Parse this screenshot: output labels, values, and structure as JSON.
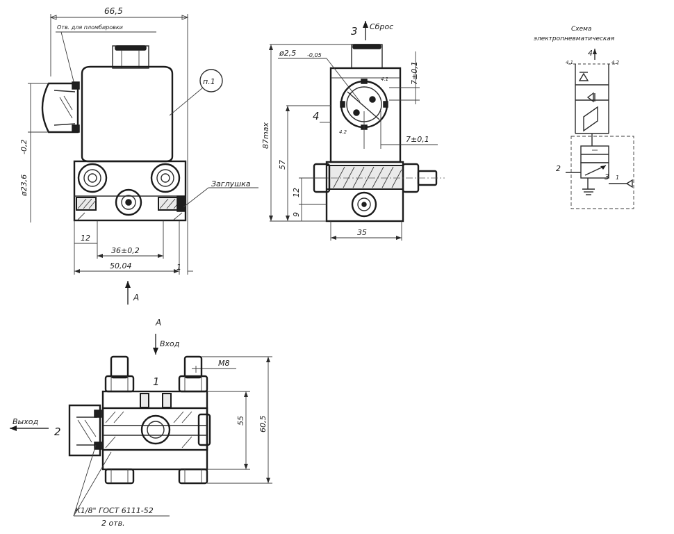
{
  "views": {
    "front": {
      "dim_width_top": "66,5",
      "note_purge_hole": "Отв. для пломбировки",
      "diameter": "ø23,6",
      "diameter_tol": "-0,2",
      "callout": "п.1",
      "plug_label": "Заглушка",
      "dim_12": "12",
      "dim_36": "36±0,2",
      "dim_50": "50,04",
      "dim_1": "1",
      "view_arrow": "A"
    },
    "side": {
      "port3": "3",
      "reset_label": "Сброс",
      "dim_dia25": "ø2,5",
      "dim_dia25_tol": "-0,05",
      "dim_7a": "7±0,1",
      "dim_7b": "7±0,1",
      "dim_87": "87max",
      "dim_57": "57",
      "dim_12": "12",
      "dim_9": "9",
      "dim_35": "35",
      "port4": "4",
      "pin41": "4.1",
      "pin42": "4.2"
    },
    "scheme": {
      "title_line1": "Схема",
      "title_line2": "электропневматическая",
      "port4": "4",
      "pin41": "4.1",
      "pin42": "4.2",
      "port2": "2",
      "port3": "3",
      "port1": "1"
    },
    "bottom": {
      "view_label": "A",
      "inlet_label": "Вход",
      "port1": "1",
      "thread": "M8",
      "outlet_label": "Выход",
      "port2": "2",
      "dim_55": "55",
      "dim_605": "60,5",
      "gost": "К1/8\" ГОСТ 6111-52",
      "qty": "2 отв."
    }
  }
}
